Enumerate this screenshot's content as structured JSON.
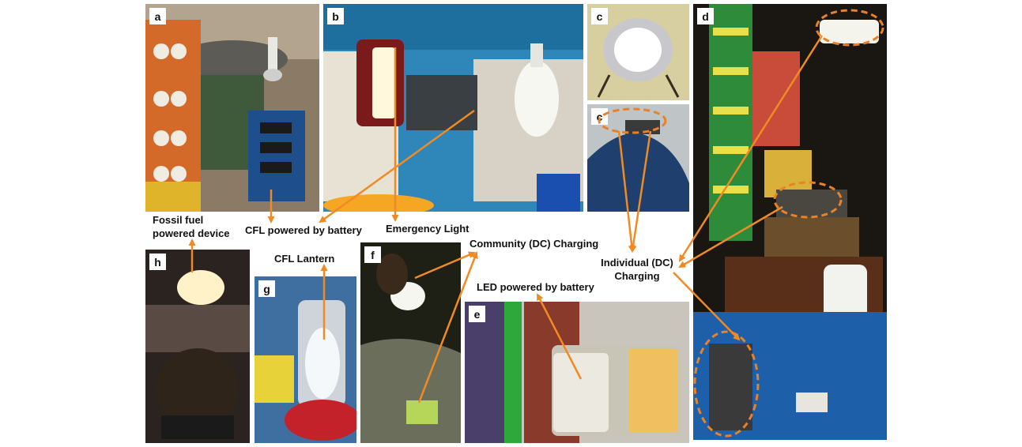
{
  "panels": {
    "a": {
      "badge": "a"
    },
    "b": {
      "badge": "b"
    },
    "c_top": {
      "badge": "c"
    },
    "c_bottom": {
      "badge": "c"
    },
    "d": {
      "badge": "d"
    },
    "e": {
      "badge": "e"
    },
    "f": {
      "badge": "f"
    },
    "g": {
      "badge": "g"
    },
    "h": {
      "badge": "h"
    }
  },
  "captions": {
    "fossil_fuel_line1": "Fossil fuel",
    "fossil_fuel_line2": "powered device",
    "cfl_battery": "CFL powered by battery",
    "emergency_light": "Emergency Light",
    "community_dc": "Community (DC) Charging",
    "cfl_lantern": "CFL Lantern",
    "led_battery": "LED powered by battery",
    "individual_dc_line1": "Individual (DC)",
    "individual_dc_line2": "Charging"
  },
  "colors": {
    "arrow": "#f08a24",
    "dashed_ellipse": "#e8822a"
  }
}
